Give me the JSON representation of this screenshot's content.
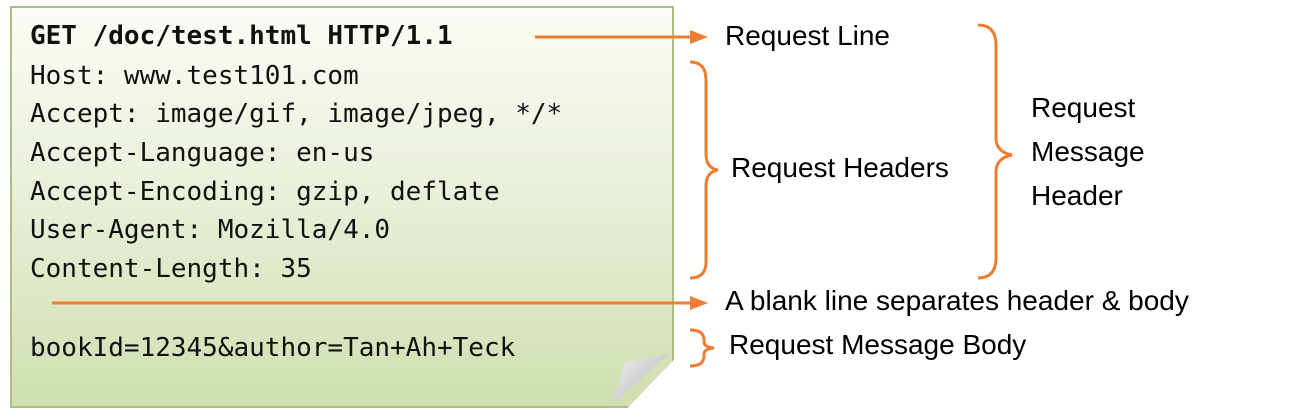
{
  "request": {
    "request_line": "GET /doc/test.html HTTP/1.1",
    "headers": [
      "Host: www.test101.com",
      "Accept: image/gif, image/jpeg, */*",
      "Accept-Language: en-us",
      "Accept-Encoding: gzip, deflate",
      "User-Agent: Mozilla/4.0",
      "Content-Length: 35"
    ],
    "body": "bookId=12345&author=Tan+Ah+Teck"
  },
  "labels": {
    "request_line": "Request Line",
    "request_headers": "Request Headers",
    "blank_line": "A blank line separates header & body",
    "message_body": "Request Message Body",
    "message_header": [
      "Request",
      "Message",
      "Header"
    ]
  },
  "colors": {
    "accent": "#ed7d31",
    "note_border": "#a9bf86"
  }
}
